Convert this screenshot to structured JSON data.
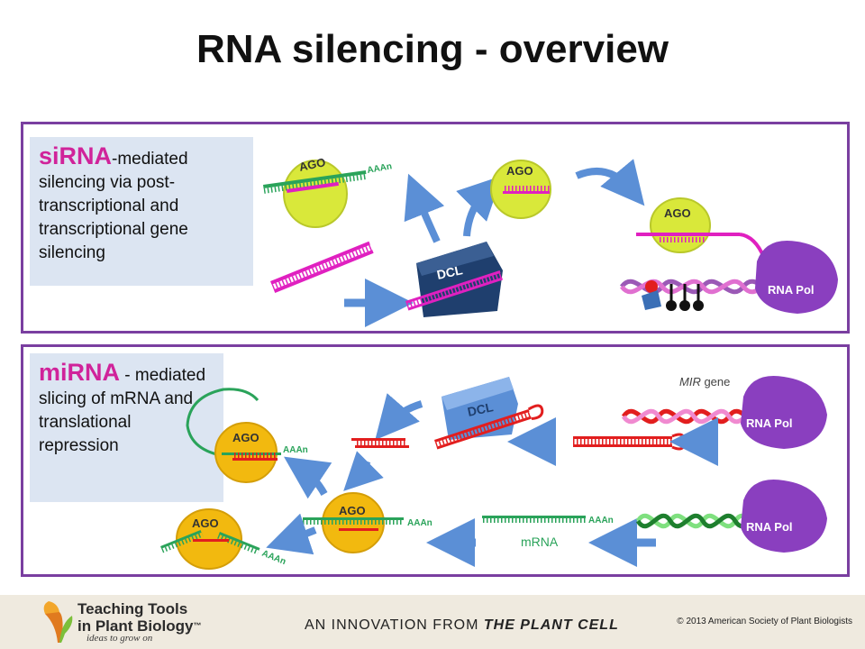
{
  "title": "RNA silencing - overview",
  "sirna_panel": {
    "keyword": "siRNA",
    "description": "-mediated silencing via post-transcriptional and transcriptional gene silencing",
    "labels": {
      "ago": "AGO",
      "dcl": "DCL",
      "rna_pol": "RNA Pol",
      "polya": "AAAn"
    }
  },
  "mirna_panel": {
    "keyword": "miRNA",
    "description": " - mediated slicing of mRNA and translational repression",
    "labels": {
      "ago": "AGO",
      "dcl": "DCL",
      "rna_pol": "RNA Pol",
      "polya": "AAAn",
      "mir_gene_italic": "MIR",
      "mir_gene_rest": " gene",
      "mrna": "mRNA"
    }
  },
  "footer": {
    "logo_line1": "Teaching Tools",
    "logo_line2": "in Plant Biology",
    "logo_tm": "™",
    "logo_tagline": "ideas to grow on",
    "innovation_prefix": "AN INNOVATION FROM ",
    "innovation_brand": "THE PLANT CELL",
    "copyright": "© 2013 American Society of Plant Biologists"
  },
  "colors": {
    "panel_border": "#7a3fa0",
    "ago": "#d9e83a",
    "ago_mi": "#f2b90f",
    "dcl_si": "#1f3f6e",
    "dcl_mi": "#5b8fd6",
    "rna_pol": "#8a3fbf",
    "sirna": "#e020c0",
    "mirna": "#e21e1e",
    "mrna": "#2aa35a",
    "arrow": "#5b8fd6"
  }
}
